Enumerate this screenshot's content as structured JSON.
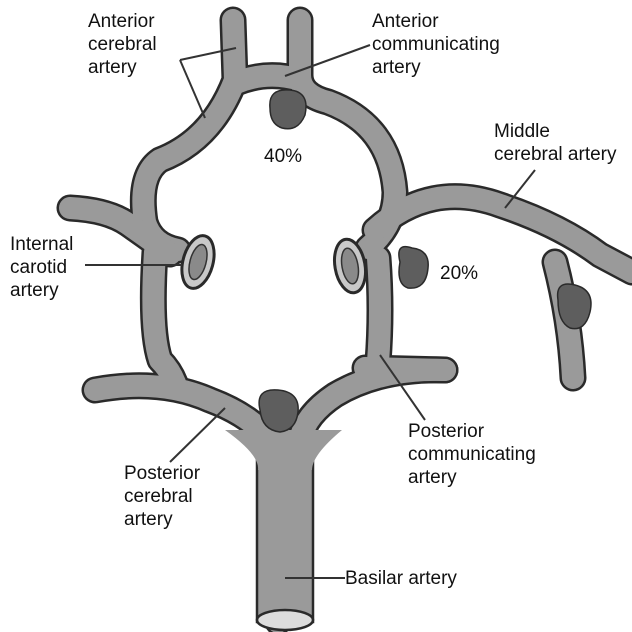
{
  "labels": {
    "anterior_cerebral": "Anterior\ncerebral\nartery",
    "anterior_communicating": "Anterior\ncommunicating\nartery",
    "middle_cerebral": "Middle\ncerebral artery",
    "internal_carotid": "Internal\ncarotid\nartery",
    "posterior_communicating": "Posterior\ncommunicating\nartery",
    "posterior_cerebral": "Posterior\ncerebral\nartery",
    "basilar": "Basilar artery"
  },
  "percentages": {
    "acom": "40%",
    "pcom": "20%"
  },
  "colors": {
    "vessel_fill": "#9a9a9a",
    "vessel_outline": "#2a2a2a",
    "aneurysm": "#5e5e5e",
    "leader": "#333333"
  }
}
